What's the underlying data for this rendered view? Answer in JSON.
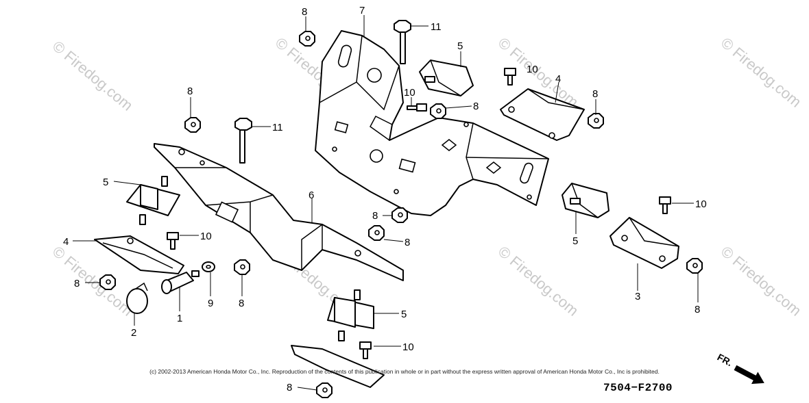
{
  "watermark": "© Firedog.com",
  "copyright": "(c) 2002-2013 American Honda Motor Co., Inc. Reproduction of the contents of this publication in whole or in part without the express written approval of American Honda Motor Co., Inc is prohibited.",
  "figure_code": "7504−F2700",
  "front_indicator": "FR.",
  "callouts": {
    "c1": "1",
    "c2": "2",
    "c3": "3",
    "c4a": "4",
    "c4b": "4",
    "c5a": "5",
    "c5b": "5",
    "c5c": "5",
    "c5d": "5",
    "c6": "6",
    "c7": "7",
    "c8a": "8",
    "c8b": "8",
    "c8c": "8",
    "c8d": "8",
    "c8e": "8",
    "c8f": "8",
    "c8g": "8",
    "c8h": "8",
    "c8i": "8",
    "c8j": "8",
    "c9": "9",
    "c10a": "10",
    "c10b": "10",
    "c10c": "10",
    "c10d": "10",
    "c10e": "10",
    "c11a": "11",
    "c11b": "11"
  }
}
